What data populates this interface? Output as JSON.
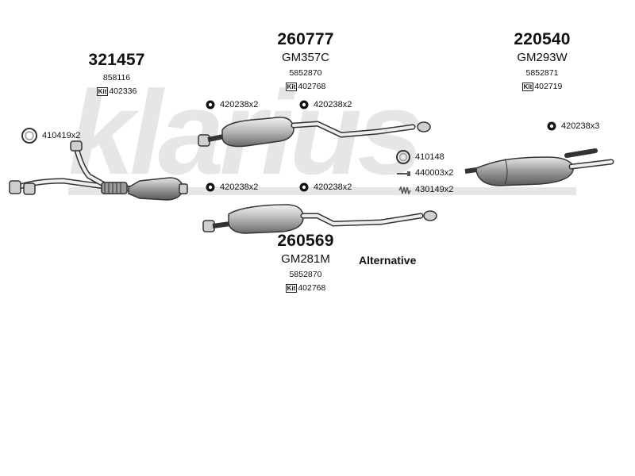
{
  "watermark": {
    "brand": "klarius"
  },
  "parts": {
    "front_pipe": {
      "part_number": "321457",
      "oe_number": "858116",
      "kit_label": "Kit",
      "kit_number": "402336"
    },
    "centre_silencer": {
      "part_number": "260777",
      "code": "GM357C",
      "oe_number": "5852870",
      "kit_label": "Kit",
      "kit_number": "402768"
    },
    "rear_silencer": {
      "part_number": "220540",
      "code": "GM293W",
      "oe_number": "5852871",
      "kit_label": "Kit",
      "kit_number": "402719"
    },
    "alt_centre_silencer": {
      "part_number": "260569",
      "code": "GM281M",
      "oe_number": "5852870",
      "kit_label": "Kit",
      "kit_number": "402768"
    }
  },
  "accessories": {
    "gasket_ring_front": "410419x2",
    "clamp_1": "420238x2",
    "clamp_2": "420238x2",
    "clamp_3": "420238x2",
    "clamp_4": "420238x2",
    "clamp_rear": "420238x3",
    "gasket_ring_rear": "410148",
    "bolt": "440003x2",
    "spring": "430149x2"
  },
  "alternative_label": "Alternative",
  "icons": {
    "ring": "ring-gasket-icon",
    "clamp": "clamp-icon",
    "bolt": "bolt-icon",
    "spring": "spring-icon",
    "kit": "kit-icon"
  }
}
